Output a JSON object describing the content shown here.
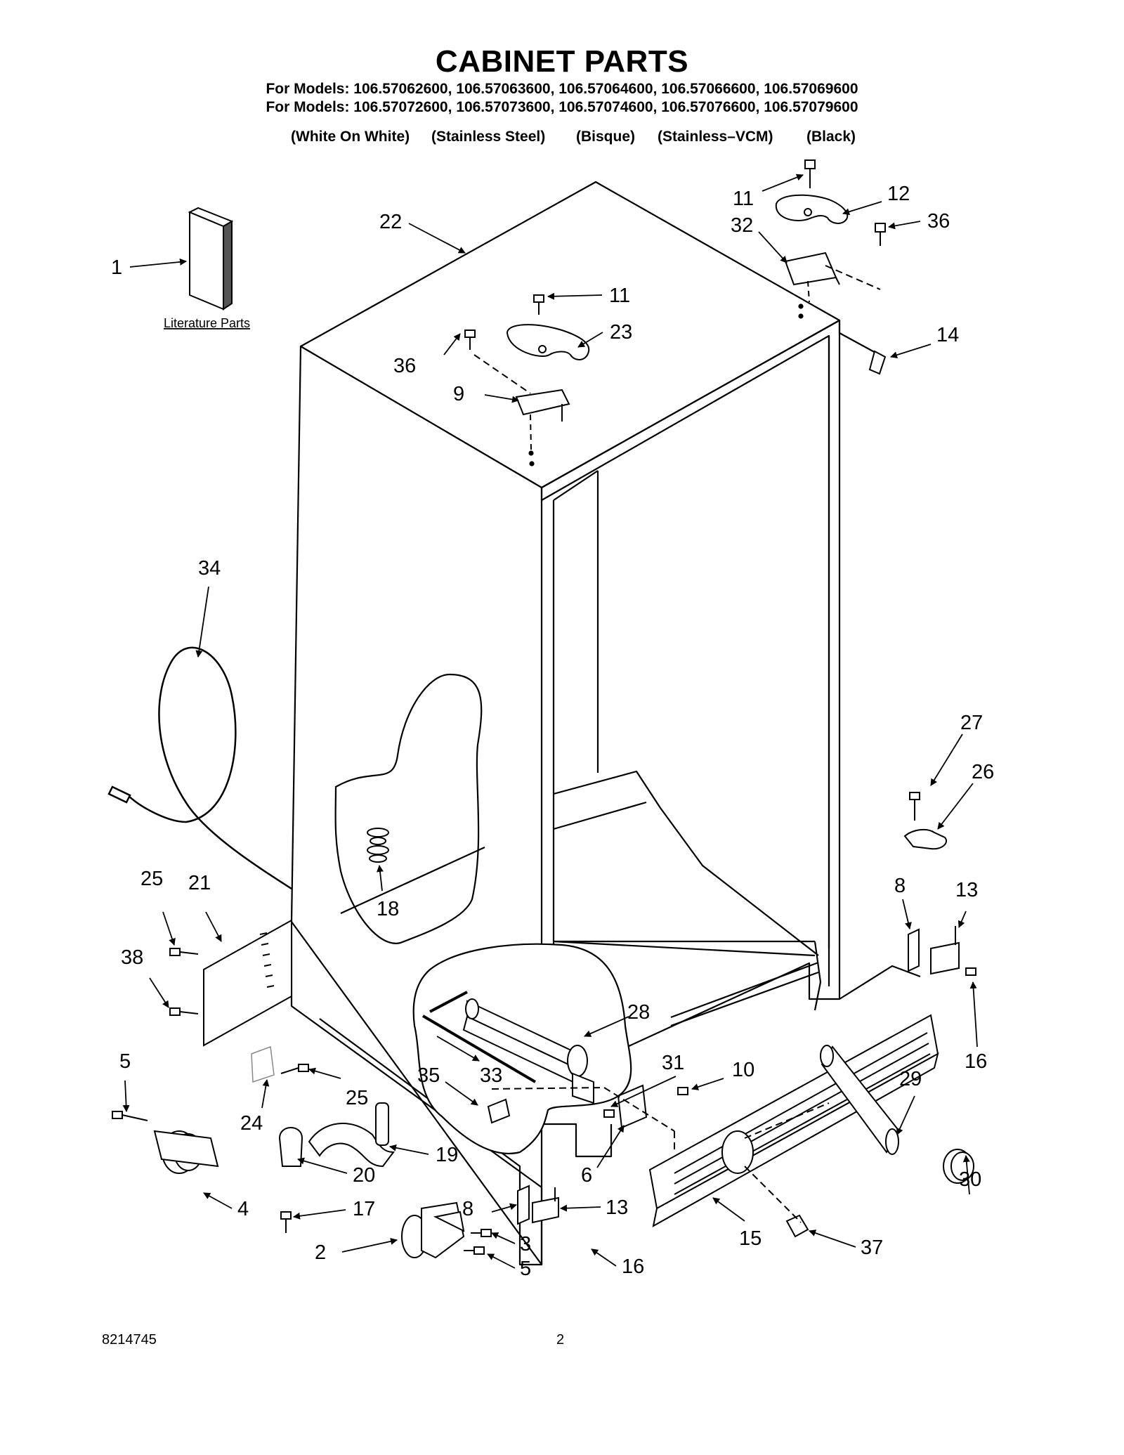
{
  "title": "CABINET PARTS",
  "models": [
    "For Models: 106.57062600, 106.57063600, 106.57064600, 106.57066600, 106.57069600",
    "For Models: 106.57072600, 106.57073600, 106.57074600, 106.57076600, 106.57079600"
  ],
  "finishes": [
    "(White On White)",
    "(Stainless Steel)",
    "(Bisque)",
    "(Stainless–VCM)",
    "(Black)"
  ],
  "literature_label": "Literature Parts",
  "callouts": [
    "1",
    "22",
    "11",
    "12",
    "32",
    "36",
    "11",
    "23",
    "36",
    "9",
    "14",
    "34",
    "27",
    "26",
    "18",
    "25",
    "21",
    "8",
    "13",
    "38",
    "28",
    "5",
    "31",
    "10",
    "35",
    "33",
    "16",
    "25",
    "24",
    "29",
    "19",
    "30",
    "6",
    "20",
    "4",
    "8",
    "13",
    "17",
    "15",
    "37",
    "3",
    "2",
    "5",
    "16"
  ],
  "footer": {
    "doc_number": "8214745",
    "page": "2"
  }
}
